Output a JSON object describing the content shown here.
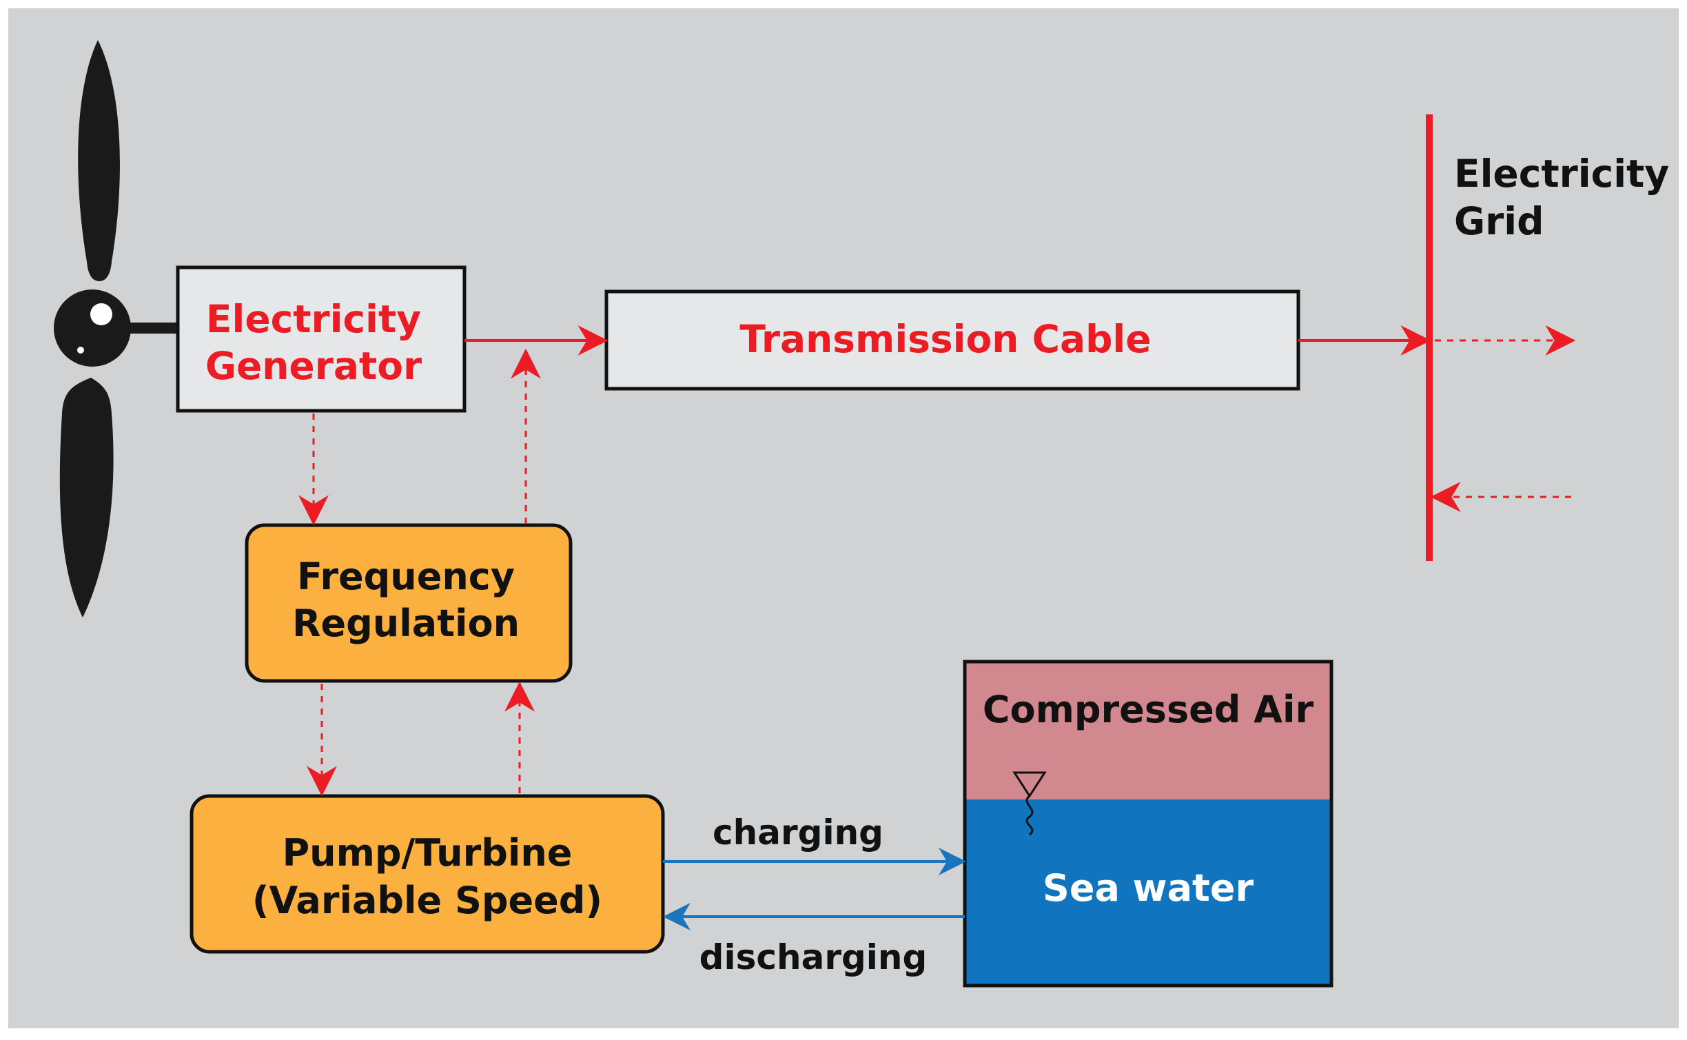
{
  "colors": {
    "background": "#d1d2d3",
    "box_fill": "#e6e7e8",
    "red": "#ec1c24",
    "orange": "#fbb040",
    "air": "#d1888f",
    "water": "#1174bf",
    "blue_arrow": "#1c75bc",
    "black": "#111111"
  },
  "icons": {
    "turbine": "wind-turbine-rotor-icon"
  },
  "generator": {
    "line1": "Electricity",
    "line2": "Generator"
  },
  "transmission": {
    "label": "Transmission Cable"
  },
  "grid": {
    "line1": "Electricity",
    "line2": "Grid"
  },
  "frequency": {
    "line1": "Frequency",
    "line2": "Regulation"
  },
  "pump": {
    "line1": "Pump/Turbine",
    "line2": "(Variable Speed)"
  },
  "tank": {
    "air_label": "Compressed Air",
    "water_label": "Sea water"
  },
  "flows": {
    "charging": "charging",
    "discharging": "discharging"
  }
}
